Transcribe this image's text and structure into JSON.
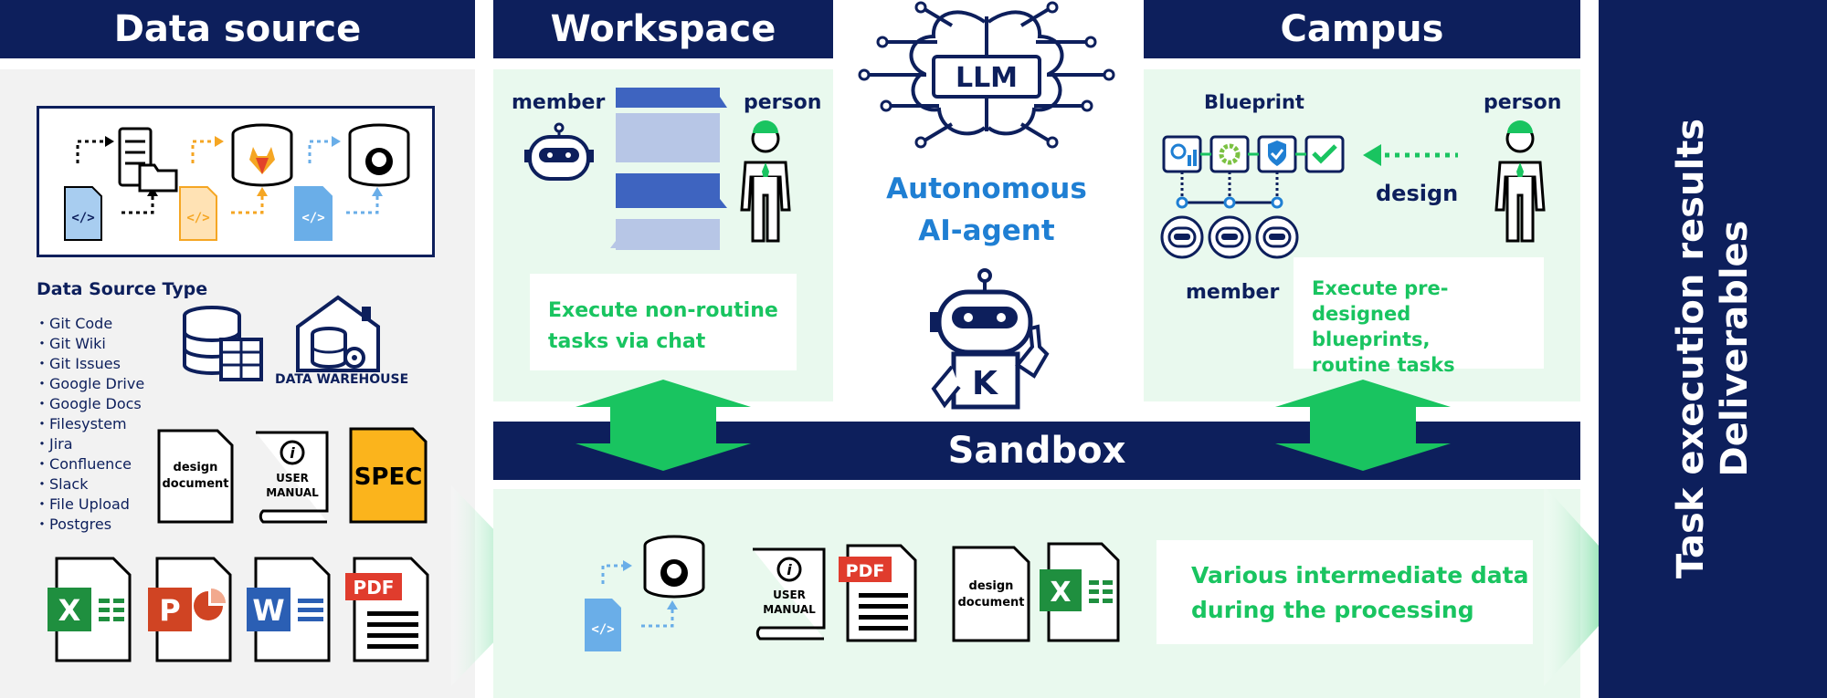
{
  "headers": {
    "data_source": "Data source",
    "workspace": "Workspace",
    "campus": "Campus",
    "sandbox": "Sandbox"
  },
  "llm": {
    "badge": "LLM",
    "agent_line1": "Autonomous",
    "agent_line2": "AI-agent",
    "robot_letter": "K"
  },
  "data_source": {
    "type_title": "Data Source Type",
    "types": [
      "Git Code",
      "Git Wiki",
      "Git Issues",
      "Google Drive",
      "Google Docs",
      "Filesystem",
      "Jira",
      "Confluence",
      "Slack",
      "File Upload",
      "Postgres"
    ],
    "warehouse_label": "DATA WAREHOUSE",
    "design_doc_line1": "design",
    "design_doc_line2": "document",
    "manual_line1": "USER",
    "manual_line2": "MANUAL",
    "spec_label": "SPEC",
    "pdf_label": "PDF",
    "excel_letter": "X",
    "ppt_letter": "P",
    "word_letter": "W",
    "code_glyph": "</>"
  },
  "workspace": {
    "member_label": "member",
    "person_label": "person",
    "desc_line1": "Execute non-routine",
    "desc_line2": "tasks via chat"
  },
  "campus": {
    "blueprint_label": "Blueprint",
    "person_label": "person",
    "design_label": "design",
    "member_label": "member",
    "desc_line1": "Execute pre-designed",
    "desc_line2": "blueprints,",
    "desc_line3": "routine tasks"
  },
  "sandbox_area": {
    "desc_line1": "Various intermediate data",
    "desc_line2": "during the processing",
    "manual_line1": "USER",
    "manual_line2": "MANUAL",
    "pdf_label": "PDF",
    "design_doc_line1": "design",
    "design_doc_line2": "document",
    "excel_letter": "X",
    "code_glyph": "</>"
  },
  "results": {
    "line1": "Task execution results",
    "line2": "Deliverables"
  },
  "colors": {
    "navy": "#0d1f5c",
    "green": "#19c460",
    "light_green": "#e9f9ee",
    "blue_text": "#1f7fd3",
    "light_gray": "#f2f2f2",
    "spec_orange": "#fbb41c",
    "pdf_red": "#e03c2d",
    "excel_green": "#1f8f3f",
    "ppt_red": "#d04423",
    "word_blue": "#2b5fb4",
    "gitlab_orange": "#f5a623",
    "code_blue": "#a8cdf0"
  }
}
